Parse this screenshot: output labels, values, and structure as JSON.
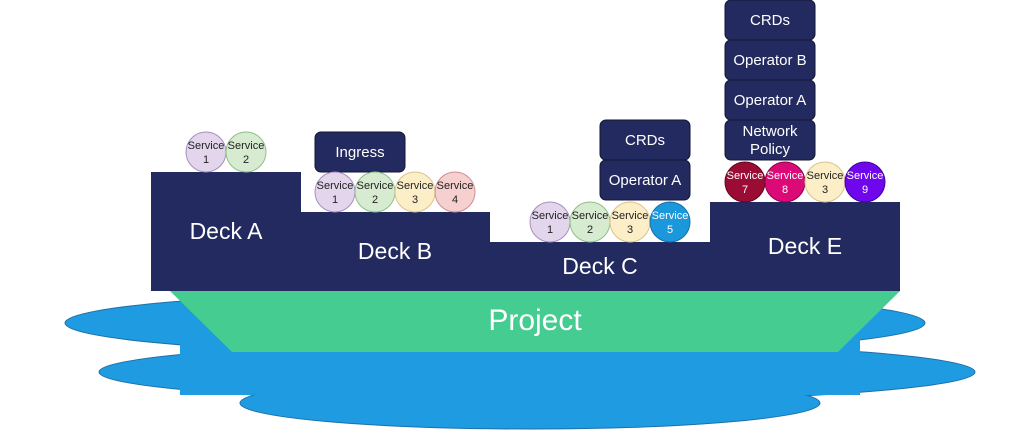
{
  "colors": {
    "navy": "#232a5f",
    "water": "#1e9be1",
    "project": "#44cc91",
    "svc1": "#e2d5ec",
    "svc2": "#d7ebd0",
    "svc3": "#fcefc7",
    "svc4": "#f6cfcf",
    "svc5": "#1b98dc",
    "svc7": "#9b0c35",
    "svc8": "#db0a76",
    "svc9": "#6f06ec"
  },
  "project_label": "Project",
  "decks": {
    "a": "Deck A",
    "b": "Deck B",
    "c": "Deck C",
    "e": "Deck E"
  },
  "boxes": {
    "ingress": "Ingress",
    "c_crds": "CRDs",
    "c_operator_a": "Operator A",
    "e_crds": "CRDs",
    "e_operator_b": "Operator B",
    "e_operator_a": "Operator A",
    "e_network_policy_1": "Network",
    "e_network_policy_2": "Policy"
  },
  "service_word": "Service",
  "services": {
    "deck_a": [
      "1",
      "2"
    ],
    "deck_b": [
      "1",
      "2",
      "3",
      "4"
    ],
    "deck_c": [
      "1",
      "2",
      "3",
      "5"
    ],
    "deck_e": [
      "7",
      "8",
      "3",
      "9"
    ]
  }
}
